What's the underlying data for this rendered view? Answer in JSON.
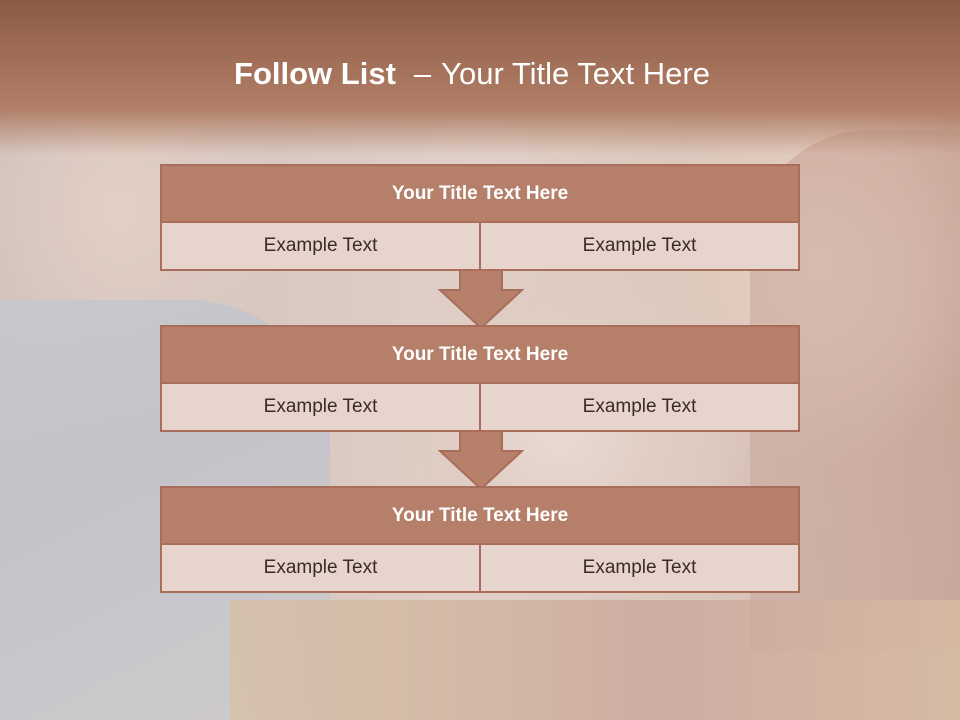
{
  "title": {
    "bold": "Follow List",
    "separator": "–",
    "rest": "Your Title Text Here"
  },
  "blocks": [
    {
      "heading": "Your Title Text Here",
      "left": "Example Text",
      "right": "Example Text"
    },
    {
      "heading": "Your Title Text Here",
      "left": "Example Text",
      "right": "Example Text"
    },
    {
      "heading": "Your Title Text Here",
      "left": "Example Text",
      "right": "Example Text"
    }
  ],
  "colors": {
    "header": "#9f6c56",
    "block_border": "#a86e5b",
    "block_head": "#b7806a",
    "cell_bg": "#ecdcd5",
    "arrow": "#b7806a"
  },
  "icons": [
    "down-arrow-icon"
  ]
}
